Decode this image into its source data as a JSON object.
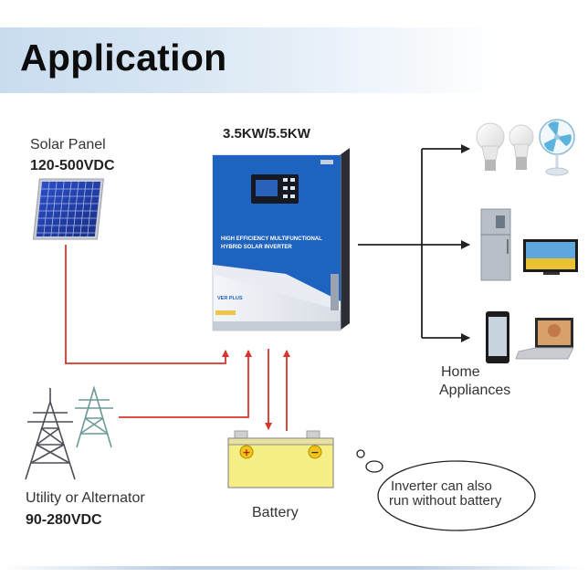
{
  "header": {
    "title": "Application"
  },
  "inverter": {
    "power_label": "3.5KW/5.5KW",
    "panel_line1": "HIGH EFFICIENCY MULTIFUNCTIONAL",
    "panel_line2": "HYBRID SOLAR INVERTER",
    "model": "VER PLUS"
  },
  "solar": {
    "label": "Solar Panel",
    "voltage": "120-500VDC"
  },
  "utility": {
    "label": "Utility or Alternator",
    "voltage": "90-280VDC"
  },
  "battery": {
    "label": "Battery"
  },
  "home": {
    "line1": "Home",
    "line2": "Appliances"
  },
  "note": {
    "line1": "Inverter can also",
    "line2": "run without battery"
  },
  "colors": {
    "arrow_red": "#d9342b",
    "arrow_dark": "#222222",
    "inverter_blue": "#1f63c1",
    "battery_yellow": "#f6ef86"
  }
}
